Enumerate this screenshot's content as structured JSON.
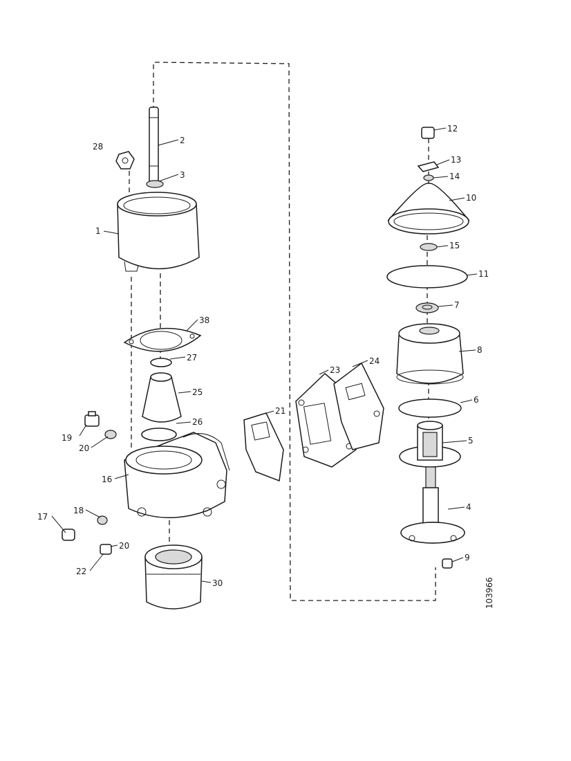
{
  "diagram": {
    "drawing_number": "103966",
    "callouts": {
      "c1": "1",
      "c2": "2",
      "c3": "3",
      "c4": "4",
      "c5": "5",
      "c6": "6",
      "c7": "7",
      "c8": "8",
      "c9": "9",
      "c10": "10",
      "c11": "11",
      "c12": "12",
      "c13": "13",
      "c14": "14",
      "c15": "15",
      "c16": "16",
      "c17": "17",
      "c18": "18",
      "c19": "19",
      "c20": "20",
      "c21": "21",
      "c22": "22",
      "c23": "23",
      "c24": "24",
      "c25": "25",
      "c26": "26",
      "c27": "27",
      "c28": "28",
      "c30": "30",
      "c38": "38",
      "c20b": "20"
    }
  }
}
